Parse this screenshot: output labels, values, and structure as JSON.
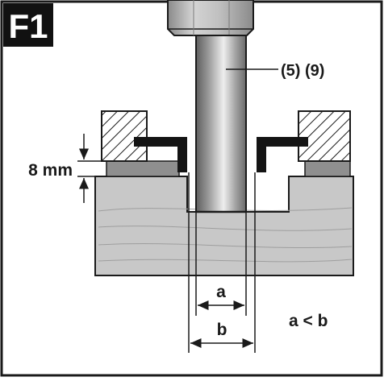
{
  "figure": {
    "badge": "F1",
    "part_label": "(5) (9)",
    "dimension_label": "8 mm",
    "gap_small_label": "a",
    "gap_large_label": "b",
    "relation_label": "a < b"
  },
  "colors": {
    "ink": "#1a1a1a",
    "workpiece": "#c8c8c8",
    "workpiece_lines": "#9e9e9e",
    "plate": "#8f8f8f",
    "shank_dark": "#6a6a6a",
    "shank_light": "#e6e6e6",
    "chuck": "#b0b0b0",
    "background": "#ffffff"
  },
  "icons": [
    "router-bit-shank",
    "template-guide",
    "hatched-template",
    "dimension-arrow"
  ]
}
